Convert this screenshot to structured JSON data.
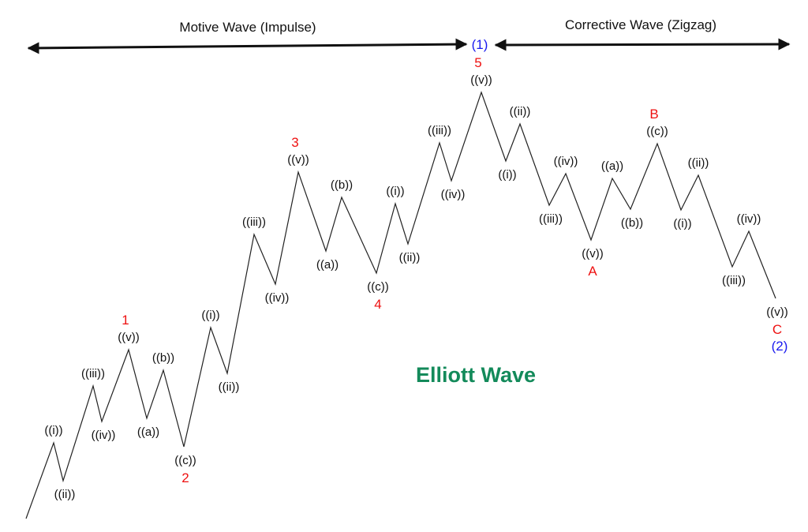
{
  "headers": {
    "motive": "Motive Wave (Impulse)",
    "corrective": "Corrective Wave (Zigzag)"
  },
  "title": "Elliott Wave",
  "degree_labels": {
    "top": "(1)",
    "bottom": "(2)"
  },
  "points": [
    {
      "sub": "",
      "major": ""
    },
    {
      "sub": "((i))",
      "major": ""
    },
    {
      "sub": "((ii))",
      "major": ""
    },
    {
      "sub": "((iii))",
      "major": ""
    },
    {
      "sub": "((iv))",
      "major": ""
    },
    {
      "sub": "((v))",
      "major": "1"
    },
    {
      "sub": "((a))",
      "major": ""
    },
    {
      "sub": "((b))",
      "major": ""
    },
    {
      "sub": "((c))",
      "major": "2"
    },
    {
      "sub": "((i))",
      "major": ""
    },
    {
      "sub": "((ii))",
      "major": ""
    },
    {
      "sub": "((iii))",
      "major": ""
    },
    {
      "sub": "((iv))",
      "major": ""
    },
    {
      "sub": "((v))",
      "major": "3"
    },
    {
      "sub": "((a))",
      "major": ""
    },
    {
      "sub": "((b))",
      "major": ""
    },
    {
      "sub": "((c))",
      "major": "4"
    },
    {
      "sub": "((i))",
      "major": ""
    },
    {
      "sub": "((ii))",
      "major": ""
    },
    {
      "sub": "((iii))",
      "major": ""
    },
    {
      "sub": "((iv))",
      "major": ""
    },
    {
      "sub": "((v))",
      "major": "5"
    },
    {
      "sub": "((i))",
      "major": ""
    },
    {
      "sub": "((ii))",
      "major": ""
    },
    {
      "sub": "((iii))",
      "major": ""
    },
    {
      "sub": "((iv))",
      "major": ""
    },
    {
      "sub": "((v))",
      "major": "A"
    },
    {
      "sub": "((a))",
      "major": ""
    },
    {
      "sub": "((b))",
      "major": ""
    },
    {
      "sub": "((c))",
      "major": "B"
    },
    {
      "sub": "((i))",
      "major": ""
    },
    {
      "sub": "((ii))",
      "major": ""
    },
    {
      "sub": "((iii))",
      "major": ""
    },
    {
      "sub": "((iv))",
      "major": ""
    },
    {
      "sub": "((v))",
      "major": "C"
    }
  ],
  "colors": {
    "line": "#222222",
    "major": "#ee1111",
    "degree": "#1a1aee",
    "title": "#138a5a"
  }
}
